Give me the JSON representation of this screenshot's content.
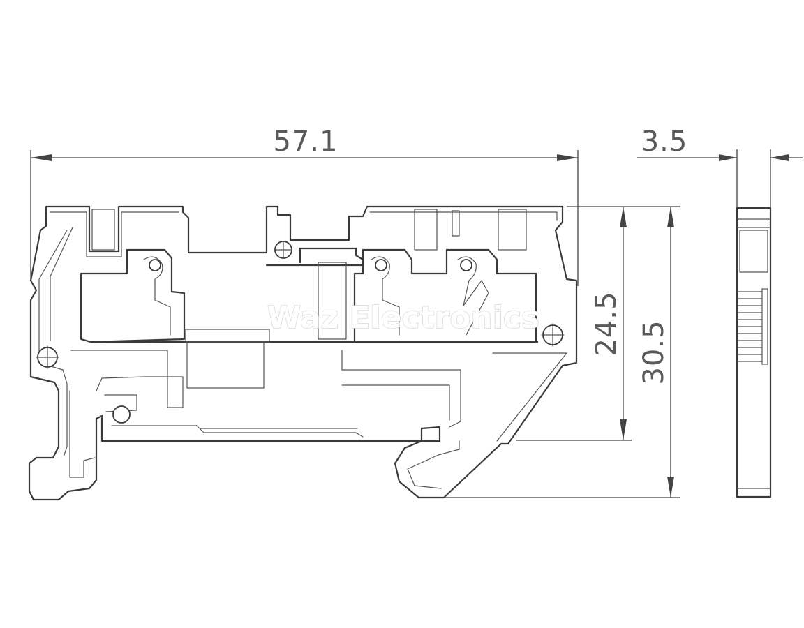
{
  "drawing": {
    "line_color": "#3a3a3a",
    "text_color": "#5a5a5a",
    "background": "#ffffff"
  },
  "dimensions": {
    "overall_width": "57.1",
    "profile_width": "3.5",
    "height_to_rail": "24.5",
    "total_height": "30.5"
  },
  "watermark": {
    "text": "Waz Electronics"
  }
}
